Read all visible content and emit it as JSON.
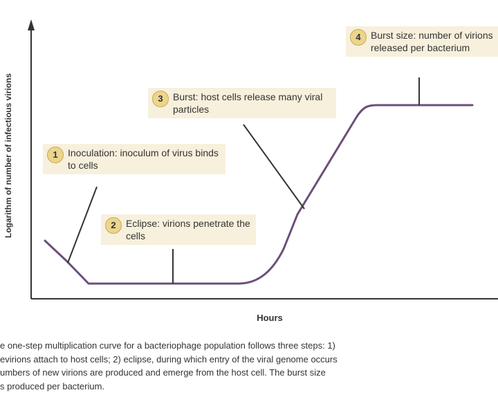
{
  "figure": {
    "y_axis_label": "Logarithm of number of infectious virions",
    "x_axis_label": "Hours"
  },
  "callouts": [
    {
      "number": "1",
      "text": "Inoculation: inoculum of virus binds to cells"
    },
    {
      "number": "2",
      "text": "Eclipse: virions penetrate the cells"
    },
    {
      "number": "3",
      "text": "Burst: host cells release many viral particles"
    },
    {
      "number": "4",
      "text": "Burst size: number of virions released per bacterium"
    }
  ],
  "caption": {
    "lines": [
      "e one-step multiplication curve for a bacteriophage population follows three steps: 1)",
      "evirions attach to host cells; 2) eclipse, during which entry of the viral genome occurs",
      "umbers of new virions are produced and emerge from the host cell. The burst size",
      "s produced per bacterium."
    ]
  },
  "colors": {
    "curve": "#6b4f7a",
    "callout_bg": "#f7f0dc",
    "badge": "#ecd58e",
    "axis": "#333333"
  }
}
